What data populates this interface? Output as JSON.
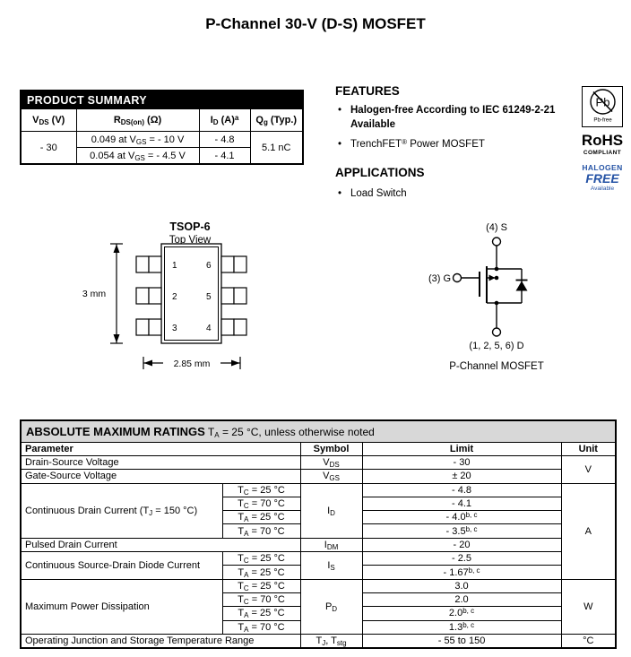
{
  "page": {
    "title": "P-Channel 30-V (D-S) MOSFET",
    "bullet": "•"
  },
  "product_summary": {
    "caption": "PRODUCT SUMMARY",
    "headers": {
      "vds": "V<sub>DS</sub> (V)",
      "rdson": "R<sub>DS(on)</sub> (Ω)",
      "id": "I<sub>D</sub> (A)<sup>a</sup>",
      "qg": "Q<sub>g</sub> (Typ.)"
    },
    "vds_value": "- 30",
    "rows": [
      {
        "rdson": "0.049 at V<sub>GS</sub> = - 10 V",
        "id": "- 4.8"
      },
      {
        "rdson": "0.054 at V<sub>GS</sub> = - 4.5 V",
        "id": "- 4.1"
      }
    ],
    "qg_value": "5.1 nC"
  },
  "features": {
    "heading": "FEATURES",
    "items": [
      "Halogen-free According to IEC 61249-2-21 Available",
      "TrenchFET<sup>®</sup> Power MOSFET"
    ]
  },
  "applications": {
    "heading": "APPLICATIONS",
    "items": [
      "Load Switch"
    ]
  },
  "badges": {
    "pb": "Pb",
    "pb_free": "Pb-free",
    "rohs": "RoHS",
    "compliant": "COMPLIANT",
    "halogen": "HALOGEN",
    "free": "FREE",
    "available": "Available",
    "halogen_blue": "#2553a5"
  },
  "package": {
    "name": "TSOP-6",
    "view": "Top View",
    "pins_left": [
      "1",
      "2",
      "3"
    ],
    "pins_right": [
      "6",
      "5",
      "4"
    ],
    "height_dim": "3 mm",
    "width_dim": "2.85 mm"
  },
  "schematic": {
    "source_label": "(4) S",
    "gate_label": "(3) G",
    "drain_label": "(1, 2, 5, 6) D",
    "caption": "P-Channel MOSFET"
  },
  "amr": {
    "caption_bold": "ABSOLUTE MAXIMUM RATINGS",
    "caption_note": " T<sub>A</sub> = 25 °C, unless otherwise noted",
    "headers": {
      "parameter": "Parameter",
      "symbol": "Symbol",
      "limit": "Limit",
      "unit": "Unit"
    },
    "rows": [
      {
        "param": "Drain-Source Voltage",
        "symbol": "V<sub>DS</sub>",
        "limit": "- 30",
        "unit": "V"
      },
      {
        "param": "Gate-Source Voltage",
        "symbol": "V<sub>GS</sub>",
        "limit": "± 20"
      },
      {
        "param": "Continuous Drain Current (T<sub>J</sub> = 150 °C)",
        "cond": "T<sub>C</sub> = 25 °C",
        "symbol": "I<sub>D</sub>",
        "limit": "- 4.8",
        "unit": "A"
      },
      {
        "cond": "T<sub>C</sub> = 70 °C",
        "limit": "- 4.1"
      },
      {
        "cond": "T<sub>A</sub> = 25 °C",
        "limit": "- 4.0<sup>b, c</sup>"
      },
      {
        "cond": "T<sub>A</sub> = 70 °C",
        "limit": "- 3.5<sup>b, c</sup>"
      },
      {
        "param": "Pulsed Drain Current",
        "symbol": "I<sub>DM</sub>",
        "limit": "- 20"
      },
      {
        "param": "Continuous Source-Drain Diode Current",
        "cond": "T<sub>C</sub> = 25 °C",
        "symbol": "I<sub>S</sub>",
        "limit": "- 2.5"
      },
      {
        "cond": "T<sub>A</sub> = 25 °C",
        "limit": "- 1.67<sup>b, c</sup>"
      },
      {
        "param": "Maximum Power Dissipation",
        "cond": "T<sub>C</sub> = 25 °C",
        "symbol": "P<sub>D</sub>",
        "limit": "3.0",
        "unit": "W"
      },
      {
        "cond": "T<sub>C</sub> = 70 °C",
        "limit": "2.0"
      },
      {
        "cond": "T<sub>A</sub> = 25 °C",
        "limit": "2.0<sup>b, c</sup>"
      },
      {
        "cond": "T<sub>A</sub> = 70 °C",
        "limit": "1.3<sup>b, c</sup>"
      },
      {
        "param": "Operating Junction and Storage Temperature Range",
        "symbol": "T<sub>J</sub>, T<sub>stg</sub>",
        "limit": "- 55 to 150",
        "unit": "°C"
      }
    ]
  }
}
